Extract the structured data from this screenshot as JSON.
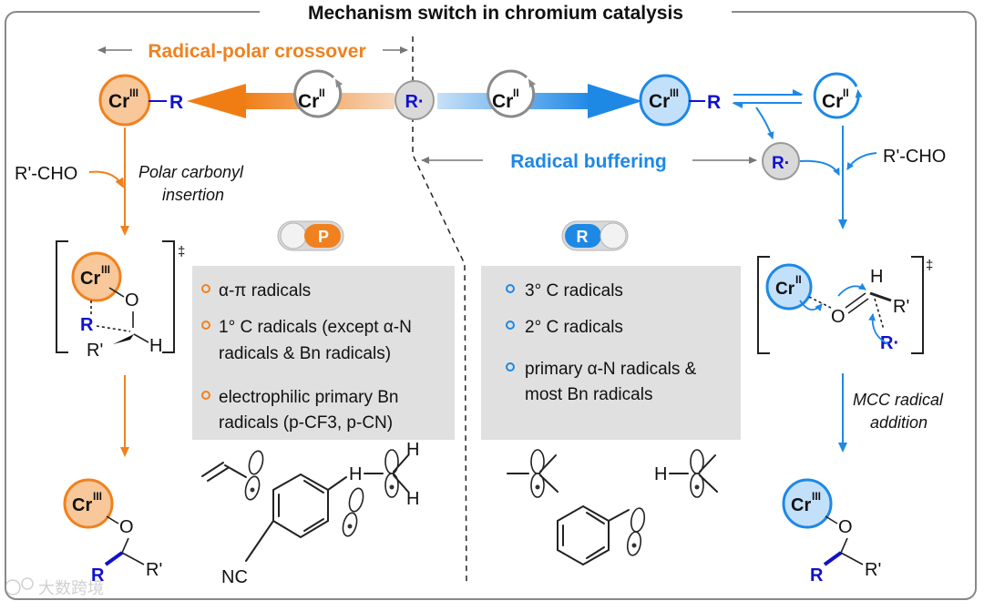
{
  "frame_title": "Mechanism switch in chromium catalysis",
  "left_heading": "Radical-polar crossover",
  "right_heading": "Radical buffering",
  "species": {
    "cr": "Cr",
    "ox3": "III",
    "ox2": "II",
    "r": "R",
    "r_radical": "R·",
    "r_prime": "R'",
    "aldehyde": "R'-CHO",
    "o": "O",
    "h": "H",
    "ts": "‡"
  },
  "left_step1": [
    "Polar carbonyl",
    "insertion"
  ],
  "right_step2": [
    "MCC radical",
    "addition"
  ],
  "toggle_polar": "P",
  "toggle_radical": "R",
  "polar_list": [
    [
      "α-π radicals"
    ],
    [
      "1° C radicals (except α-N",
      "radicals & Bn radicals)"
    ],
    [
      "electrophilic primary Bn",
      "radicals (p-CF3, p-CN)"
    ]
  ],
  "radical_list": [
    [
      "3° C radicals"
    ],
    [
      "2° C radicals"
    ],
    [
      "primary α-N radicals &",
      "most Bn radicals"
    ]
  ],
  "nc_label": "NC",
  "watermark": "大数跨境",
  "colors": {
    "orange": "#f0811e",
    "blue": "#1e88e5",
    "bond_blue": "#1010d0",
    "panel": "#e0e0e0"
  }
}
